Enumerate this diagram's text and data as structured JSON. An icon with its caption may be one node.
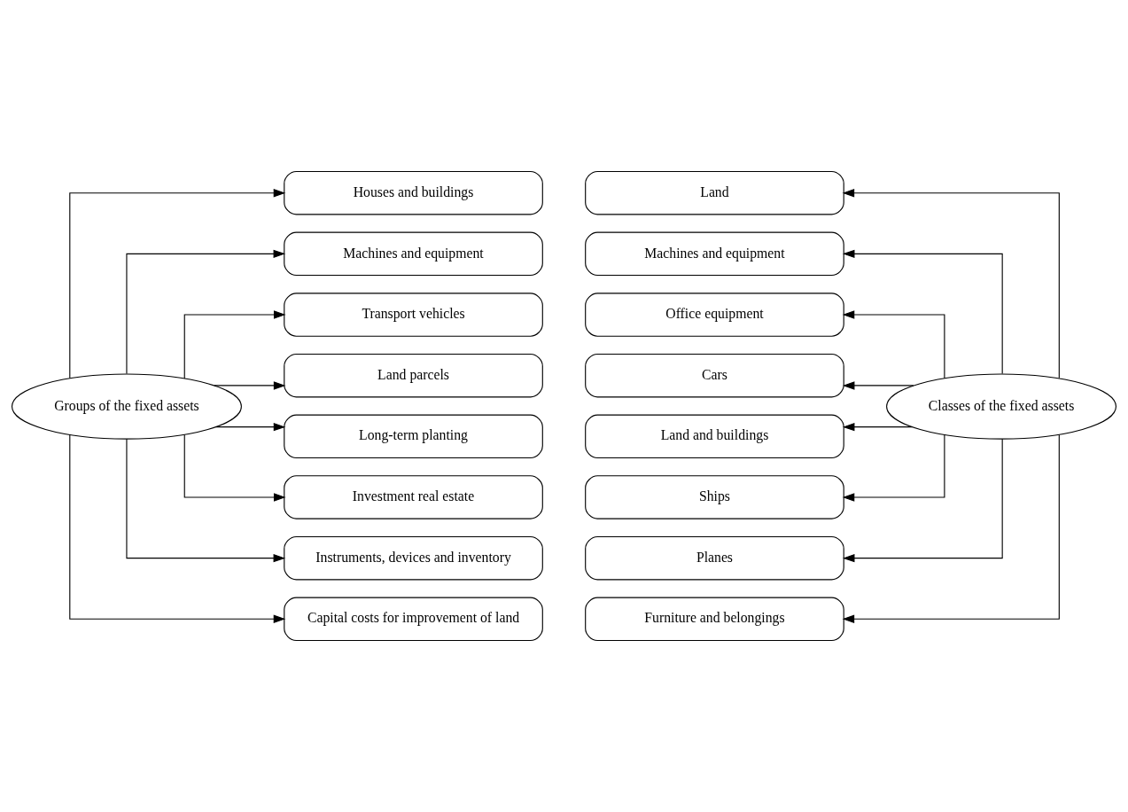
{
  "diagram": {
    "nodes": [
      {
        "text": [
          "Groups of the fixed assets"
        ]
      },
      {
        "text": [
          "Classes of the fixed assets"
        ]
      },
      {
        "text": [
          "Houses and buildings"
        ]
      },
      {
        "text": [
          "Machines and equipment"
        ]
      },
      {
        "text": [
          "Transport vehicles"
        ]
      },
      {
        "text": [
          "Land parcels"
        ]
      },
      {
        "text": [
          "Long-term planting"
        ]
      },
      {
        "text": [
          "Investment real estate"
        ]
      },
      {
        "text": [
          "Instruments, devices and inventory"
        ]
      },
      {
        "text": [
          "Capital costs for improvement of land"
        ]
      },
      {
        "text": [
          "Land"
        ]
      },
      {
        "text": [
          "Machines and equipment"
        ]
      },
      {
        "text": [
          "Office equipment"
        ]
      },
      {
        "text": [
          "Cars"
        ]
      },
      {
        "text": [
          "Land and buildings"
        ]
      },
      {
        "text": [
          "Ships"
        ]
      },
      {
        "text": [
          "Planes"
        ]
      },
      {
        "text": [
          "Furniture and belongings"
        ]
      }
    ],
    "edges": [
      {
        "from": 0,
        "to": 2,
        "arrow": "to"
      },
      {
        "from": 0,
        "to": 3,
        "arrow": "to"
      },
      {
        "from": 0,
        "to": 4,
        "arrow": "to"
      },
      {
        "from": 0,
        "to": 5,
        "arrow": "to"
      },
      {
        "from": 0,
        "to": 6,
        "arrow": "to"
      },
      {
        "from": 0,
        "to": 7,
        "arrow": "to"
      },
      {
        "from": 0,
        "to": 8,
        "arrow": "to"
      },
      {
        "from": 0,
        "to": 9,
        "arrow": "to"
      },
      {
        "from": 1,
        "to": 10,
        "arrow": "to"
      },
      {
        "from": 1,
        "to": 11,
        "arrow": "to"
      },
      {
        "from": 1,
        "to": 12,
        "arrow": "to"
      },
      {
        "from": 1,
        "to": 13,
        "arrow": "to"
      },
      {
        "from": 1,
        "to": 14,
        "arrow": "to"
      },
      {
        "from": 1,
        "to": 15,
        "arrow": "to"
      },
      {
        "from": 1,
        "to": 16,
        "arrow": "to"
      },
      {
        "from": 1,
        "to": 17,
        "arrow": "to"
      }
    ]
  }
}
